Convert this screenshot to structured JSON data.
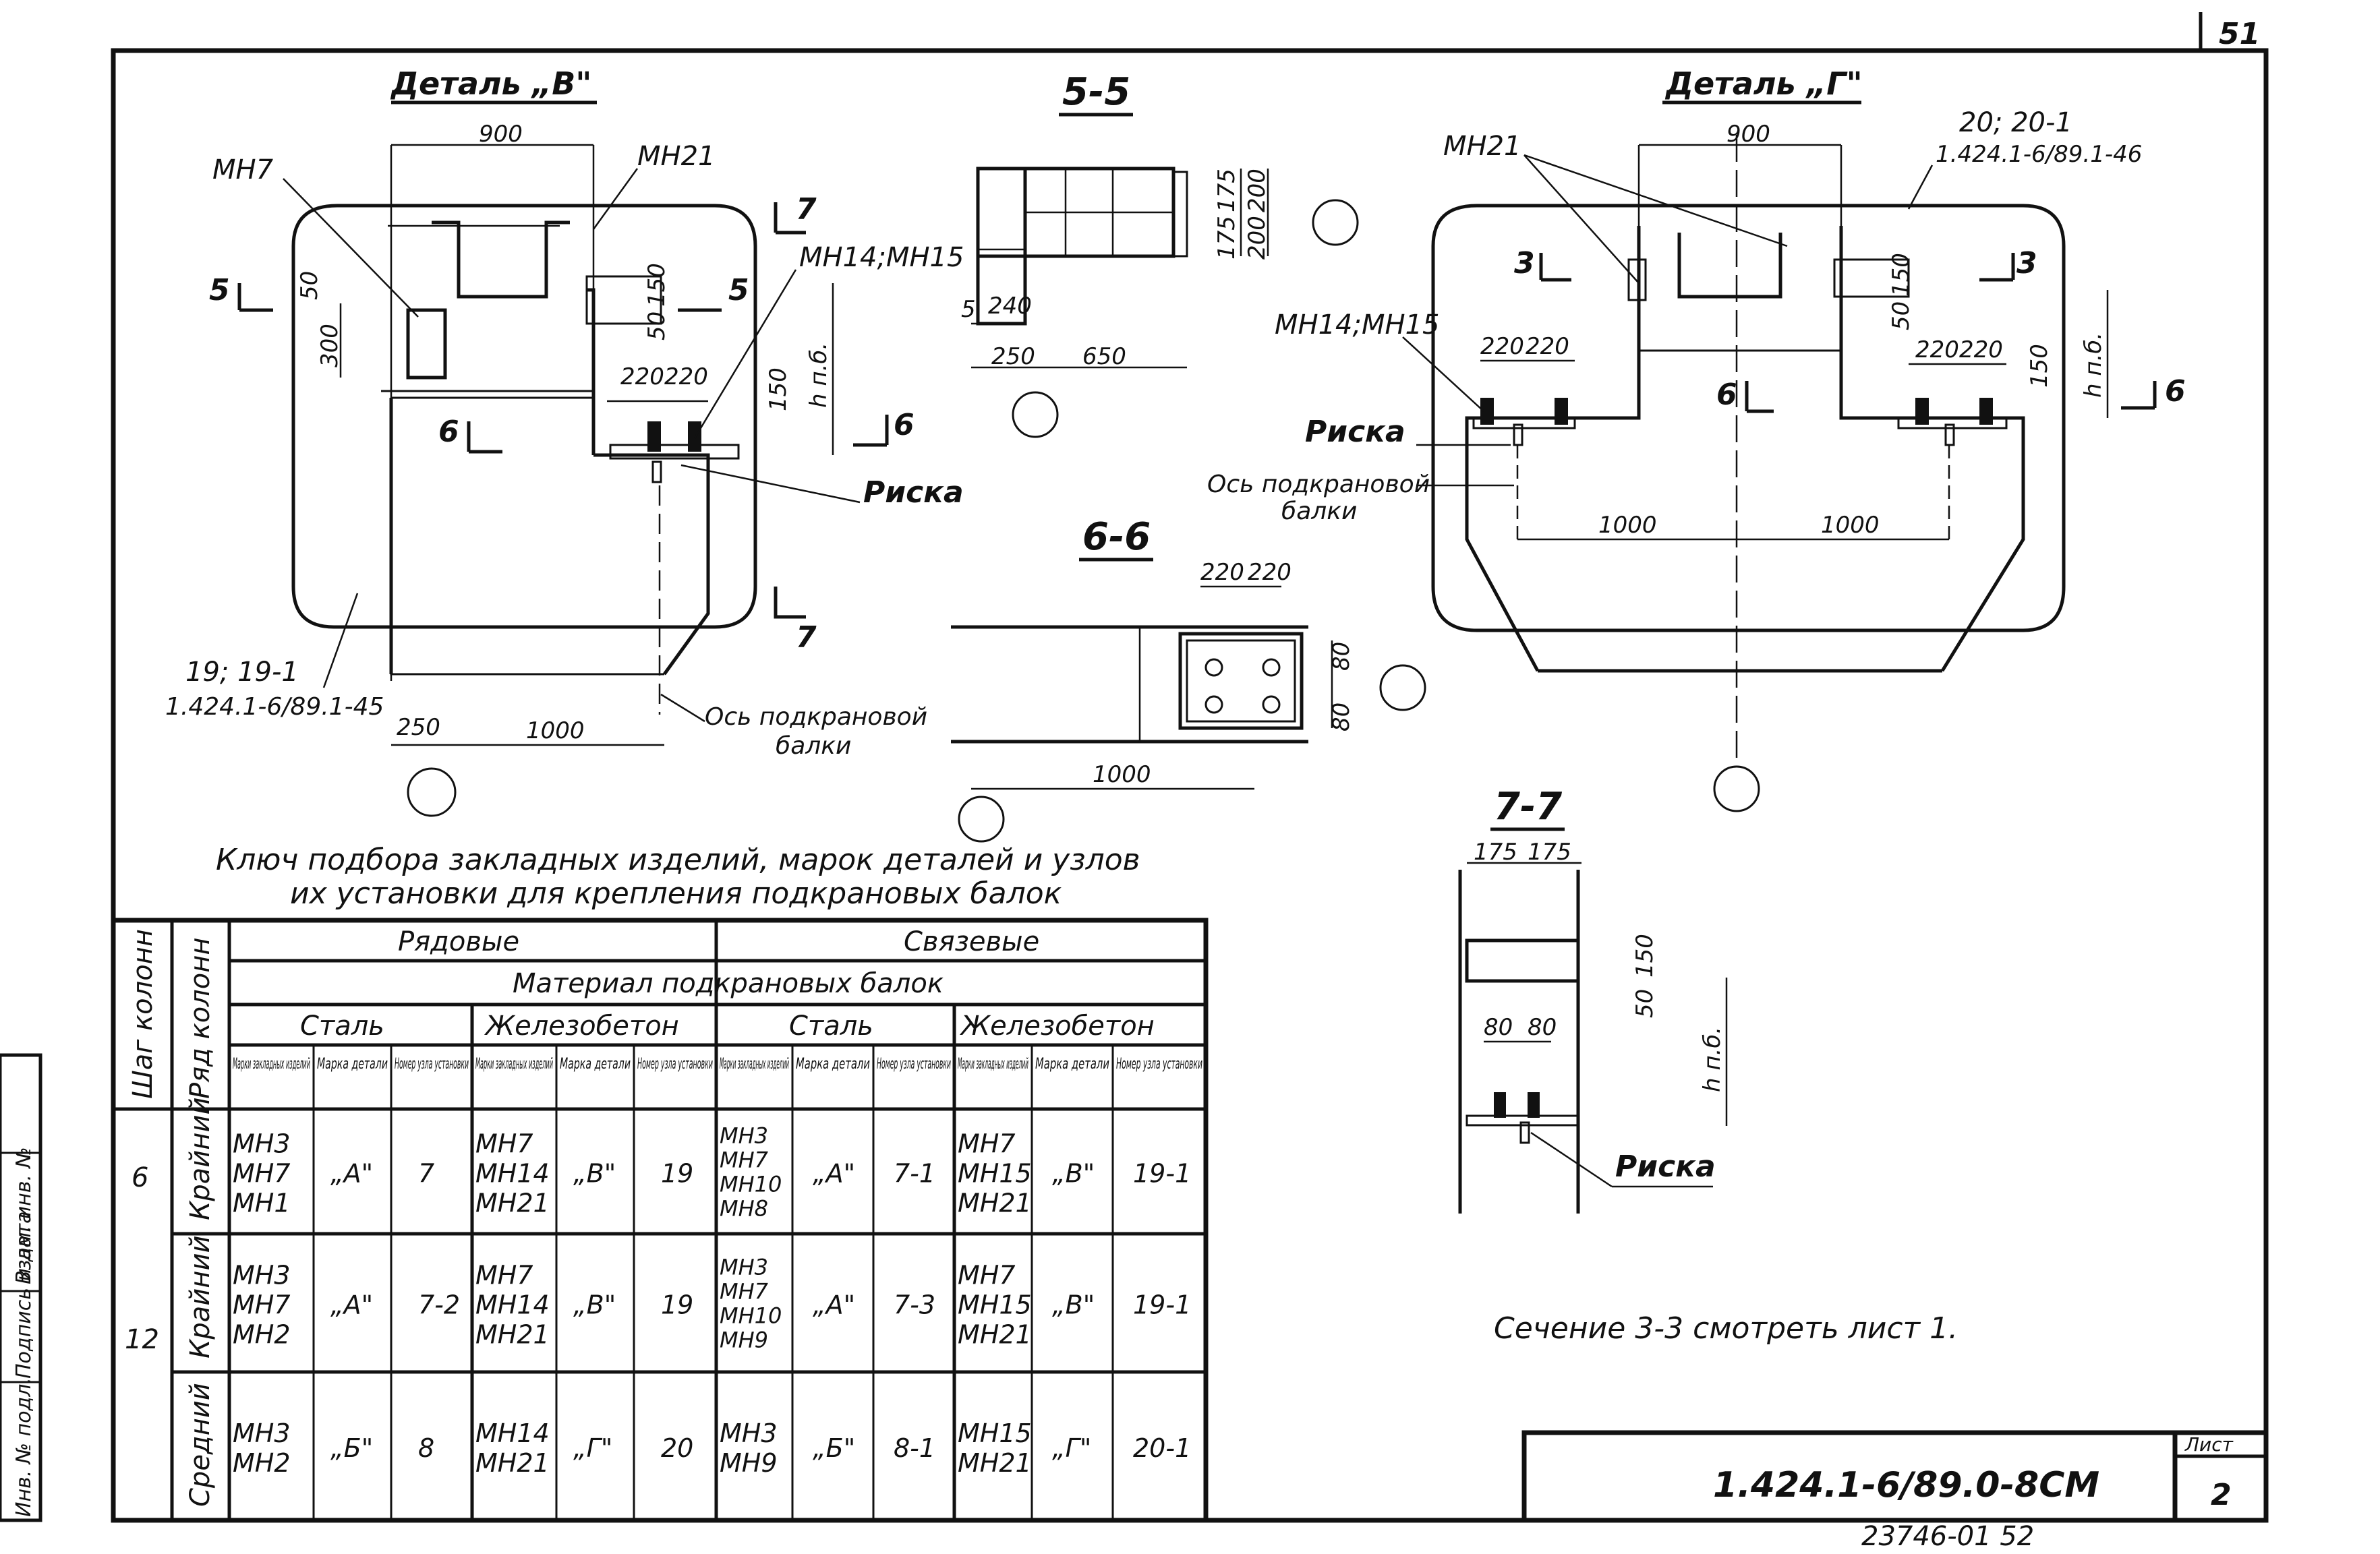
{
  "sheet": {
    "page_top": "51",
    "doc_code": "1.424.1-6/89.0-8СМ",
    "sheet_label": "Лист",
    "sheet_num": "2",
    "archive_no": "23746-01  52",
    "side_stamp_1": "Инв. № подл.",
    "side_stamp_2": "Подпись и дата",
    "side_stamp_3": "Взам. инв. №"
  },
  "detail_b": {
    "title": "Деталь „В\"",
    "mh7": "МН7",
    "mh21": "МН21",
    "mh14": "МН14;МН15",
    "riska": "Риска",
    "axis1": "Ось подкрановой",
    "axis2": "балки",
    "ref1": "19; 19-1",
    "ref2": "1.424.1-6/89.1-45",
    "d900": "900",
    "d300": "300",
    "d50a": "50",
    "d150": "150",
    "d50b": "50",
    "d220a": "220",
    "d220b": "220",
    "d150b": "150",
    "dhpb": "h п.б.",
    "d250": "250",
    "d1000": "1000",
    "s5": "5",
    "s6": "6",
    "s7": "7"
  },
  "section_55": {
    "title": "5-5",
    "d175a": "175",
    "d175b": "175",
    "d200a": "200",
    "d200b": "200",
    "d240": "240",
    "d5": "5",
    "d250": "250",
    "d650": "650"
  },
  "section_66": {
    "title": "6-6",
    "d220a": "220",
    "d220b": "220",
    "d80a": "80",
    "d80b": "80",
    "d1000": "1000"
  },
  "detail_g": {
    "title": "Деталь „Г\"",
    "mh21": "МН21",
    "ref1": "20; 20-1",
    "ref2": "1.424.1-6/89.1-46",
    "mh14": "МН14;МН15",
    "riska": "Риска",
    "axis1": "Ось подкрановой",
    "axis2": "балки",
    "d900": "900",
    "d150": "150",
    "d50": "50",
    "d220a": "220",
    "d220b": "220",
    "d220c": "220",
    "d220d": "220",
    "d150b": "150",
    "dhpb": "h п.б.",
    "d1000a": "1000",
    "d1000b": "1000",
    "s3": "3",
    "s6": "6"
  },
  "section_77": {
    "title": "7-7",
    "d175a": "175",
    "d175b": "175",
    "d150": "150",
    "d50": "50",
    "dhpb": "h п.б.",
    "d80a": "80",
    "d80b": "80",
    "riska": "Риска"
  },
  "note": "Сечение 3-3 смотреть лист 1.",
  "table": {
    "caption1": "Ключ подбора закладных изделий, марок деталей и узлов",
    "caption2": "их установки для крепления подкрановых балок",
    "col_step": "Шаг колонн",
    "col_row": "Ряд колонн",
    "h_ordinary": "Рядовые",
    "h_bracing": "Связевые",
    "h_material": "Материал подкрановых балок",
    "h_steel": "Сталь",
    "h_concrete": "Железобетон",
    "sub1": "Марки закладных изделий",
    "sub2": "Марка детали",
    "sub3": "Номер узла установки",
    "rows": [
      {
        "step": "6",
        "row": "Крайний",
        "c": [
          "МН3\nМН7\nМН1",
          "„А\"",
          "7",
          "МН7\nМН14\nМН21",
          "„В\"",
          "19",
          "МН3\nМН7\nМН10\nМН8",
          "„А\"",
          "7-1",
          "МН7\nМН15\nМН21",
          "„В\"",
          "19-1"
        ]
      },
      {
        "step": "12",
        "row": "Крайний",
        "c": [
          "МН3\nМН7\nМН2",
          "„А\"",
          "7-2",
          "МН7\nМН14\nМН21",
          "„В\"",
          "19",
          "МН3\nМН7\nМН10\nМН9",
          "„А\"",
          "7-3",
          "МН7\nМН15\nМН21",
          "„В\"",
          "19-1"
        ]
      },
      {
        "step": "",
        "row": "Средний",
        "c": [
          "МН3\nМН2",
          "„Б\"",
          "8",
          "МН14\nМН21",
          "„Г\"",
          "20",
          "МН3\nМН9",
          "„Б\"",
          "8-1",
          "МН15\nМН21",
          "„Г\"",
          "20-1"
        ]
      }
    ]
  }
}
